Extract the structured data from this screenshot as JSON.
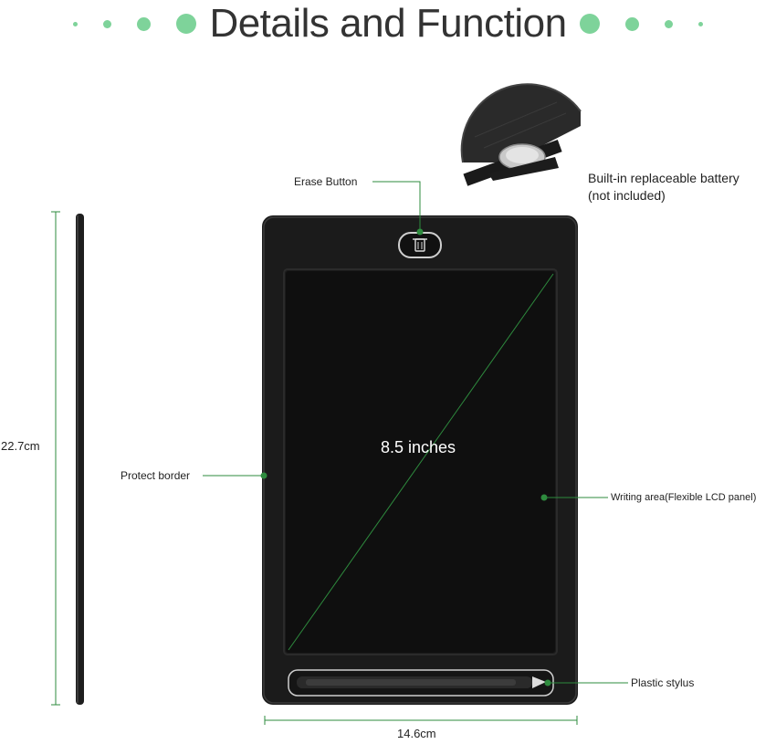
{
  "heading": {
    "title": "Details and Function"
  },
  "callouts": {
    "erase_button": "Erase Button",
    "battery_line1": "Built-in replaceable battery",
    "battery_line2": "(not included)",
    "protect_border": "Protect border",
    "writing_area": "Writing area(Flexible LCD panel)",
    "stylus": "Plastic stylus"
  },
  "dimensions": {
    "diagonal": "8.5 inches",
    "height": "22.7cm",
    "width": "14.6cm"
  },
  "colors": {
    "accent_green": "#7ed39a",
    "marker_green": "#2e8b3e",
    "tablet_body": "#1b1b1b",
    "screen": "#0f0f0f"
  }
}
